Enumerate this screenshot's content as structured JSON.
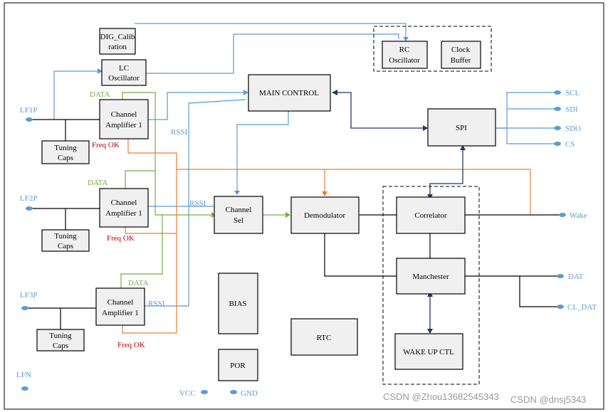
{
  "blocks": {
    "dig_cal_1": "DIG_Calib",
    "dig_cal_2": "ration",
    "lc_osc_1": "LC",
    "lc_osc_2": "Oscillator",
    "rc_osc_1": "RC",
    "rc_osc_2": "Oscillator",
    "clk_buf_1": "Clock",
    "clk_buf_2": "Buffer",
    "main_control": "MAIN CONTROL",
    "spi": "SPI",
    "ch_amp_l1": "Channel",
    "ch_amp_l2": "Amplifier 1",
    "tuning_l1": "Tuning",
    "tuning_l2": "Caps",
    "channel_sel_1": "Channel",
    "channel_sel_2": "Sel",
    "demodulator": "Demodulator",
    "correlator": "Correlator",
    "manchester": "Manchester",
    "wakeup_ctl": "WAKE UP CTL",
    "bias": "BIAS",
    "rtc": "RTC",
    "por": "POR"
  },
  "signals": {
    "data": "DATA",
    "freq_ok": "Freq OK",
    "rssi": "RSSI"
  },
  "pins": {
    "lf1p": "LF1P",
    "lf2p": "LF2P",
    "lf3p": "LF3P",
    "lfn": "LFN",
    "vcc": "VCC",
    "gnd": "GND",
    "scl": "SCL",
    "sdi": "SDI",
    "sdo": "SDO",
    "cs": "CS",
    "wake": "Wake",
    "dat": "DAT",
    "cl_dat": "CL_DAT"
  },
  "watermark": {
    "a": "CSDN @Zhou13682545343",
    "b": "CSDN @dnsj5343"
  },
  "colors": {
    "blue": "#5b9bd5",
    "green": "#70ad47",
    "orange": "#ed7d31",
    "red": "#c00000"
  }
}
